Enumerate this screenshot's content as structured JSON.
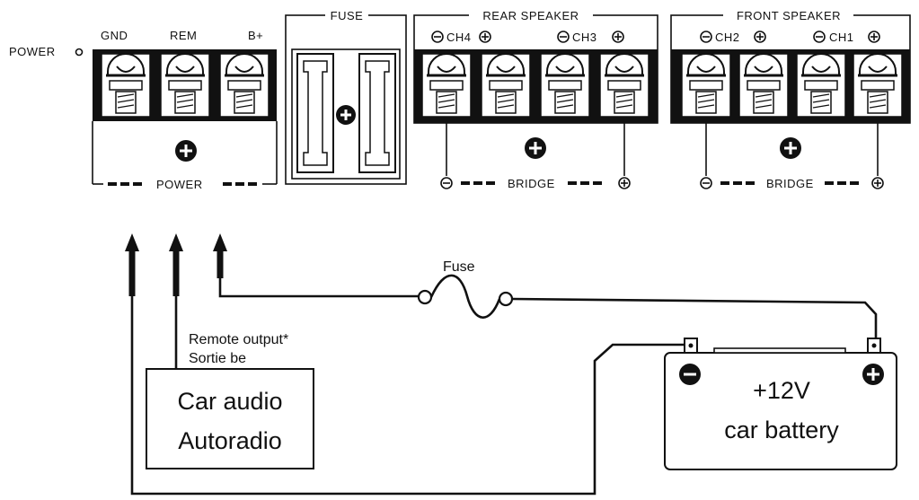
{
  "amplifier": {
    "power_indicator": "POWER",
    "power_terminals": [
      "GND",
      "REM",
      "B+"
    ],
    "power_caption": "POWER",
    "fuse_caption": "FUSE",
    "rear_speaker": {
      "title": "REAR SPEAKER",
      "channels": [
        "CH4",
        "CH3"
      ],
      "bridge_caption": "BRIDGE"
    },
    "front_speaker": {
      "title": "FRONT SPEAKER",
      "channels": [
        "CH2",
        "CH1"
      ],
      "bridge_caption": "BRIDGE"
    }
  },
  "wiring": {
    "fuse_label": "Fuse",
    "remote_output_label": "Remote output*",
    "remote_output_label_fr": "Sortie be"
  },
  "head_unit": {
    "line1": "Car audio",
    "line2": "Autoradio"
  },
  "battery": {
    "line1": "+12V",
    "line2": "car battery"
  },
  "icons": {
    "plus": "plus-icon",
    "minus": "minus-icon",
    "screw": "screw-terminal-icon"
  },
  "colors": {
    "ink": "#111111",
    "panel": "#111111",
    "background": "#ffffff"
  }
}
